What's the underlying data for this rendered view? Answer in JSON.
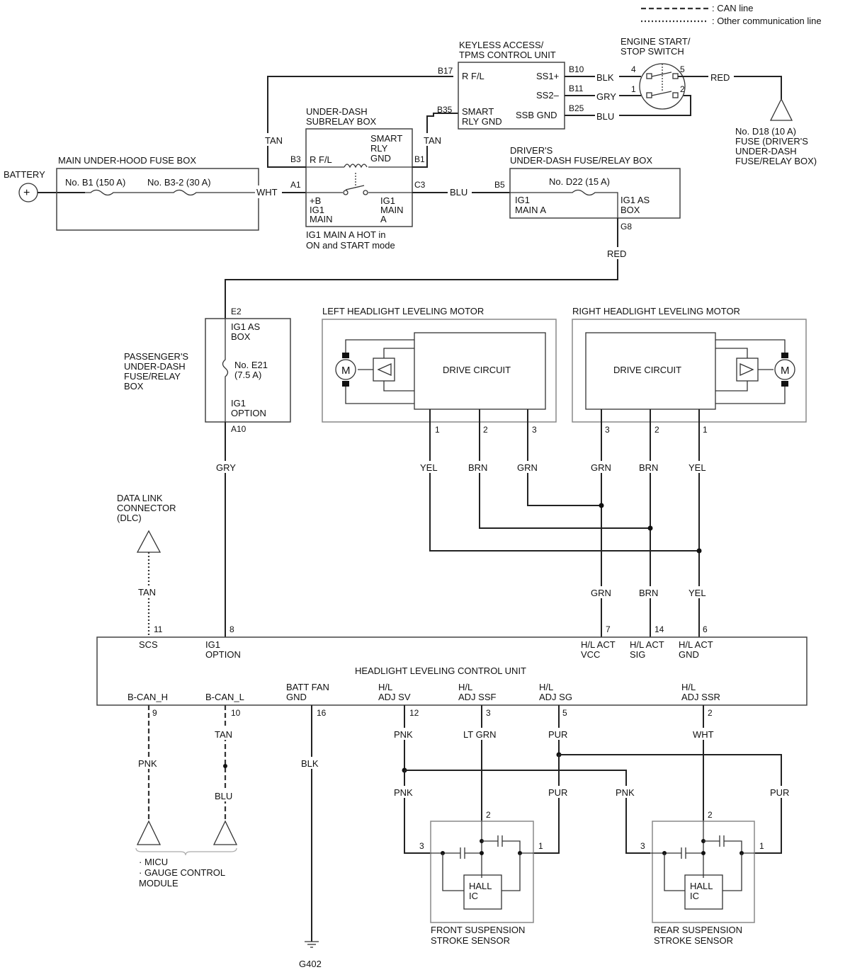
{
  "legend": {
    "can_line": ": CAN line",
    "other_line": ": Other communication line"
  },
  "components": {
    "battery": "BATTERY",
    "main_fuse_box": "MAIN UNDER-HOOD FUSE BOX",
    "fuse_b1": "No. B1 (150 A)",
    "fuse_b3_2": "No. B3-2 (30 A)",
    "subrelay_box": [
      "UNDER-DASH",
      "SUBRELAY BOX"
    ],
    "subrelay_note": [
      "IG1 MAIN A HOT in",
      "ON and START mode"
    ],
    "keyless_unit": [
      "KEYLESS ACCESS/",
      "TPMS CONTROL UNIT"
    ],
    "start_switch": [
      "ENGINE START/",
      "STOP SWITCH"
    ],
    "fuse_d18": [
      "No. D18 (10 A)",
      "FUSE (DRIVER'S",
      "UNDER-DASH",
      "FUSE/RELAY BOX)"
    ],
    "drivers_box": [
      "DRIVER'S",
      "UNDER-DASH FUSE/RELAY BOX"
    ],
    "fuse_d22": "No. D22 (15 A)",
    "passengers_box": [
      "PASSENGER'S",
      "UNDER-DASH",
      "FUSE/RELAY",
      "BOX"
    ],
    "fuse_e21": [
      "No. E21",
      "(7.5 A)"
    ],
    "left_motor": "LEFT HEADLIGHT LEVELING MOTOR",
    "right_motor": "RIGHT HEADLIGHT LEVELING MOTOR",
    "drive_circuit": "DRIVE CIRCUIT",
    "motor_symbol": "M",
    "dlc": [
      "DATA LINK",
      "CONNECTOR",
      "(DLC)"
    ],
    "control_unit": "HEADLIGHT LEVELING CONTROL UNIT",
    "micu": [
      "· MICU",
      "· GAUGE CONTROL",
      "MODULE"
    ],
    "ground": "G402",
    "front_sensor": [
      "FRONT SUSPENSION",
      "STROKE SENSOR"
    ],
    "rear_sensor": [
      "REAR SUSPENSION",
      "STROKE SENSOR"
    ],
    "hall_ic": [
      "HALL",
      "IC"
    ]
  },
  "pins": {
    "r_fl": "R F/L",
    "smart_rly_gnd": [
      "SMART",
      "RLY",
      "GND"
    ],
    "smart_rly_gnd_ku": [
      "SMART",
      "RLY GND"
    ],
    "ssb_gnd": "SSB GND",
    "ss1": "SS1+",
    "ss2": "SS2–",
    "plus_b": [
      "+B",
      "IG1",
      "MAIN"
    ],
    "ig1_main_a": [
      "IG1",
      "MAIN",
      "A"
    ],
    "ig1_main_a_d": [
      "IG1",
      "MAIN A"
    ],
    "ig1_as_box": [
      "IG1 AS",
      "BOX"
    ],
    "ig1_option": [
      "IG1",
      "OPTION"
    ],
    "scs": "SCS",
    "hl_act_vcc": [
      "H/L ACT",
      "VCC"
    ],
    "hl_act_sig": [
      "H/L ACT",
      "SIG"
    ],
    "hl_act_gnd": [
      "H/L ACT",
      "GND"
    ],
    "bcan_h": "B-CAN_H",
    "bcan_l": "B-CAN_L",
    "batt_fan_gnd": [
      "BATT FAN",
      "GND"
    ],
    "hl_adj_sv": [
      "H/L",
      "ADJ SV"
    ],
    "hl_adj_ssf": [
      "H/L",
      "ADJ SSF"
    ],
    "hl_adj_sg": [
      "H/L",
      "ADJ SG"
    ],
    "hl_adj_ssr": [
      "H/L",
      "ADJ SSR"
    ]
  },
  "connectors": {
    "B17": "B17",
    "B35": "B35",
    "B10": "B10",
    "B11": "B11",
    "B25": "B25",
    "B3": "B3",
    "B1": "B1",
    "A1": "A1",
    "C3": "C3",
    "B5": "B5",
    "G8": "G8",
    "E2": "E2",
    "A10": "A10",
    "n1": "1",
    "n2": "2",
    "n3": "3",
    "n4": "4",
    "n5": "5",
    "n6": "6",
    "n7": "7",
    "n8": "8",
    "n9": "9",
    "n10": "10",
    "n11": "11",
    "n12": "12",
    "n14": "14",
    "n16": "16"
  },
  "wires": {
    "tan": "TAN",
    "wht": "WHT",
    "blu": "BLU",
    "red": "RED",
    "blk": "BLK",
    "gry": "GRY",
    "yel": "YEL",
    "brn": "BRN",
    "grn": "GRN",
    "pnk": "PNK",
    "lt_grn": "LT GRN",
    "pur": "PUR"
  }
}
